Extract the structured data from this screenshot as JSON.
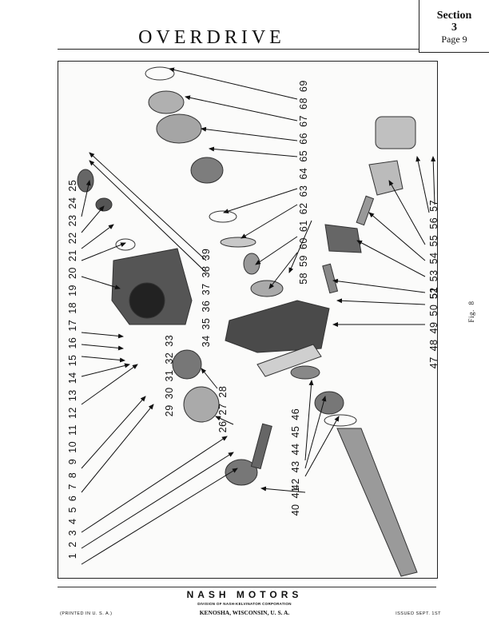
{
  "header": {
    "title": "OVERDRIVE",
    "section_label": "Section",
    "section_number": "3",
    "page_label": "Page 9"
  },
  "figure": {
    "caption": "Fig. 8",
    "callouts": {
      "g1_8": "1 2 3 4 5 6 7 8",
      "g9_25": "9 10 11 12 13 14 15 16 17 18 19 20 21 22 23 24 25",
      "g26_28": "26 27 28",
      "g29_33": "29 30 31 32 33",
      "g34_36": "34 35 36",
      "g37_39": "37 38 39",
      "g40_41": "40 41",
      "g42_46": "42 43 44 45 46",
      "g47_51": "47 48 49 50 51",
      "g52_57": "52 53 54 55 56 57",
      "g58_69": "58 59 60 61 62 63 64 65 66 67 68 69"
    }
  },
  "footer": {
    "company": "NASH MOTORS",
    "division": "DIVISION OF NASH-KELVINATOR CORPORATION",
    "city": "KENOSHA, WISCONSIN, U. S. A.",
    "printed": "(PRINTED IN U. S. A.)",
    "issued": "ISSUED SEPT. 1ST"
  }
}
